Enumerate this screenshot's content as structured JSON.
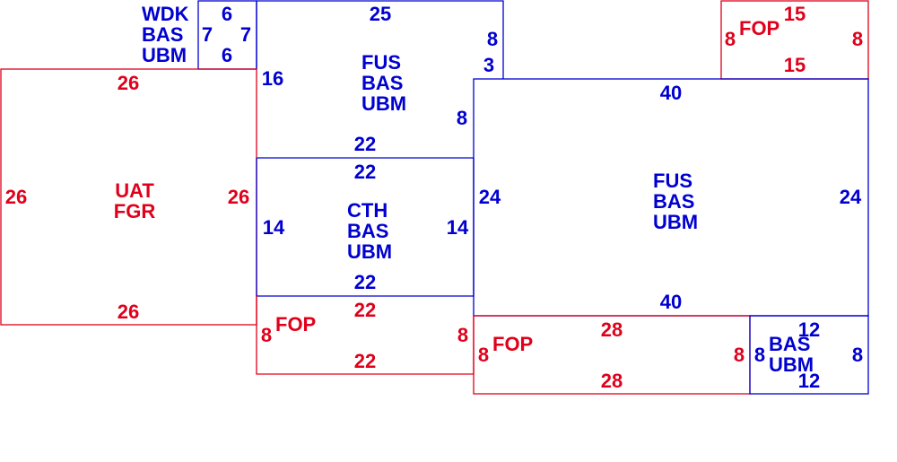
{
  "colors": {
    "red": "#e0001b",
    "blue": "#0000d0"
  },
  "boxes": [
    {
      "id": "wdk-top",
      "color": "blue",
      "lines": [
        "WDK",
        "BAS",
        "UBM"
      ],
      "dims": {
        "top": "6",
        "bottom": "6",
        "left": "7",
        "right": "7"
      }
    },
    {
      "id": "fus-top",
      "color": "blue",
      "lines": [
        "FUS",
        "BAS",
        "UBM"
      ],
      "dims": {
        "top": "25",
        "bottom": "22",
        "left": "16",
        "right": "8",
        "right2": "3",
        "right3": "8"
      }
    },
    {
      "id": "fop-top-right",
      "color": "red",
      "lines": [
        "FOP"
      ],
      "dims": {
        "top": "15",
        "bottom": "15",
        "left": "8",
        "right": "8"
      }
    },
    {
      "id": "uat-fgr",
      "color": "red",
      "lines": [
        "UAT",
        "FGR"
      ],
      "dims": {
        "top": "26",
        "bottom": "26",
        "left": "26",
        "right": "26"
      }
    },
    {
      "id": "cth",
      "color": "blue",
      "lines": [
        "CTH",
        "BAS",
        "UBM"
      ],
      "dims": {
        "top": "22",
        "bottom": "22",
        "left": "14",
        "right": "14"
      }
    },
    {
      "id": "fus-large",
      "color": "blue",
      "lines": [
        "FUS",
        "BAS",
        "UBM"
      ],
      "dims": {
        "top": "40",
        "bottom": "40",
        "left": "24",
        "right": "24"
      }
    },
    {
      "id": "fop-bottom-left",
      "color": "red",
      "lines": [
        "FOP"
      ],
      "dims": {
        "top": "22",
        "bottom": "22",
        "left": "8",
        "right": "8"
      }
    },
    {
      "id": "fop-bottom-mid",
      "color": "red",
      "lines": [
        "FOP"
      ],
      "dims": {
        "top": "28",
        "bottom": "28",
        "left": "8",
        "right": "8"
      }
    },
    {
      "id": "bas-bottom-right",
      "color": "blue",
      "lines": [
        "BAS",
        "UBM"
      ],
      "dims": {
        "top": "12",
        "bottom": "12",
        "left": "8",
        "right": "8"
      }
    }
  ]
}
